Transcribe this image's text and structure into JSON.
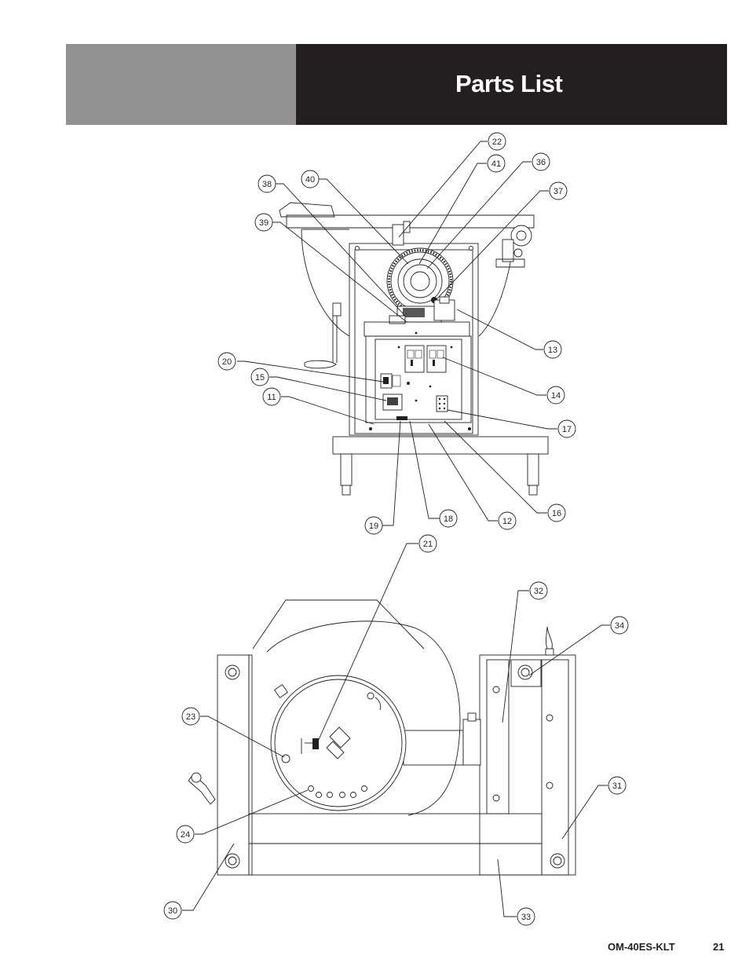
{
  "header": {
    "title": "Parts List",
    "band_gray": "#929292",
    "band_dark": "#231f20"
  },
  "footer": {
    "doc_id": "OM-40ES-KLT",
    "page_number": "21"
  },
  "diagrams": [
    {
      "name": "front-view-control-panel",
      "callouts": [
        "22",
        "41",
        "36",
        "40",
        "38",
        "37",
        "39",
        "13",
        "20",
        "15",
        "14",
        "11",
        "17",
        "19",
        "18",
        "12",
        "16"
      ]
    },
    {
      "name": "top-view-kettle-frame",
      "callouts": [
        "21",
        "32",
        "34",
        "23",
        "31",
        "24",
        "30",
        "33"
      ]
    }
  ]
}
